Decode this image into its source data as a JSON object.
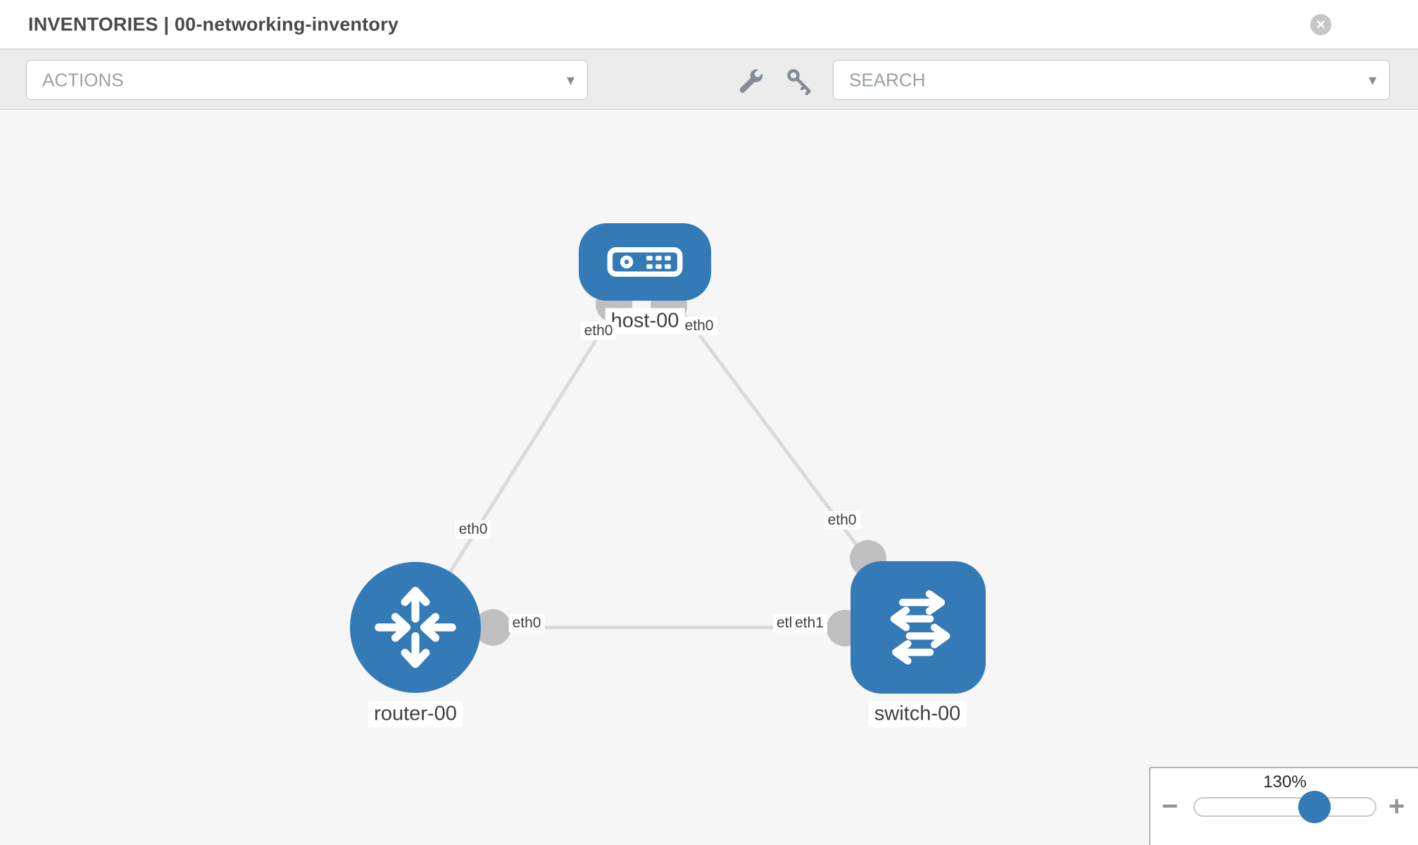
{
  "window": {
    "title": "INVENTORIES | 00-networking-inventory"
  },
  "header": {
    "close_glyph": "×"
  },
  "toolbar": {
    "actions_label": "ACTIONS",
    "search_label": "SEARCH",
    "dropdown_arrow": "▾",
    "icons": [
      "wrench-icon",
      "key-icon"
    ]
  },
  "topology": {
    "nodes": [
      {
        "id": "host-00",
        "label": "host-00",
        "type": "host",
        "icon": "host-icon"
      },
      {
        "id": "router-00",
        "label": "router-00",
        "type": "router",
        "icon": "router-icon"
      },
      {
        "id": "switch-00",
        "label": "switch-00",
        "type": "switch",
        "icon": "switch-icon"
      }
    ],
    "links": [
      {
        "from": "host-00",
        "to": "router-00",
        "from_interface": "eth0",
        "to_interface": "eth0"
      },
      {
        "from": "host-00",
        "to": "switch-00",
        "from_interface": "eth0",
        "to_interface": "eth0"
      },
      {
        "from": "router-00",
        "to": "switch-00",
        "from_interface": "eth0",
        "to_interface": "eth1"
      }
    ],
    "occluded_interface": "eth0"
  },
  "zoom_control": {
    "level": "130%",
    "minus_glyph": "−",
    "plus_glyph": "+"
  },
  "colors": {
    "node_blue": "#337ab7",
    "link_gray": "#d9d9d9",
    "port_gray": "#bfbfbf",
    "canvas_bg": "#f6f6f6",
    "toolbar_bg": "#ebebeb",
    "title_text": "#4a4a4a",
    "muted_text": "#9aa0a6"
  }
}
